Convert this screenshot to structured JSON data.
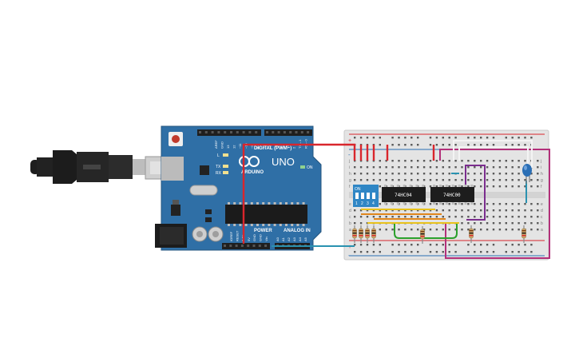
{
  "arduino": {
    "brand": "ARDUINO",
    "model": "UNO",
    "digital_label": "DIGITAL (PWM~)",
    "power_label": "POWER",
    "analog_label": "ANALOG IN",
    "on_label": "ON",
    "l_label": "L",
    "tx_label": "TX",
    "rx_label": "RX",
    "top_pins": [
      "AREF",
      "GND",
      "13",
      "12",
      "~11",
      "~10",
      "~9",
      "8",
      "7",
      "~6",
      "~5",
      "4",
      "~3",
      "2",
      "TX→1",
      "RX←0"
    ],
    "power_pins": [
      "IOREF",
      "RESET",
      "3.3V",
      "5V",
      "GND",
      "GND",
      "Vin"
    ],
    "analog_pins": [
      "A0",
      "A1",
      "A2",
      "A3",
      "A4",
      "A5"
    ]
  },
  "dip_switch": {
    "on_label": "ON",
    "numbers": [
      "1",
      "2",
      "3",
      "4"
    ]
  },
  "chips": {
    "chip1": "74HC04",
    "chip2": "74HC00"
  },
  "breadboard": {
    "row_letters_top": [
      "j",
      "i",
      "h",
      "g",
      "f"
    ],
    "row_letters_bottom": [
      "e",
      "d",
      "c",
      "b",
      "a"
    ],
    "plus": "+",
    "minus": "-"
  },
  "colors": {
    "board_blue": "#2f6fa6",
    "wire_red": "#d9262c",
    "wire_magenta": "#b3307a",
    "wire_purple": "#7b2d8e",
    "wire_green": "#2ca02c",
    "wire_yellow": "#e8c21c",
    "wire_orange": "#e0861c",
    "wire_teal": "#2a92b0",
    "led_blue": "#2b6fb5"
  }
}
